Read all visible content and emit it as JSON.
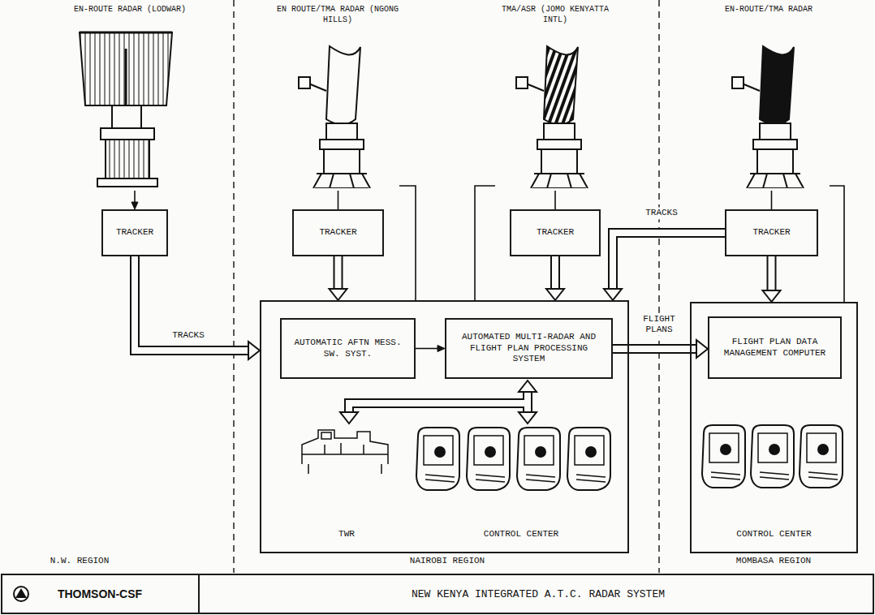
{
  "diagram": {
    "title": "NEW KENYA INTEGRATED A.T.C. RADAR SYSTEM",
    "nodes": [
      {
        "text": [
          "EN-ROUTE RADAR (LODWAR)"
        ]
      },
      {
        "text": [
          "TRACKER"
        ]
      },
      {
        "text": [
          "EN ROUTE/TMA RADAR (NGONG HILLS)"
        ]
      },
      {
        "text": [
          "TMA/ASR (JOMO KENYATTA INTL)"
        ]
      },
      {
        "text": [
          "EN-ROUTE/TMA RADAR"
        ]
      },
      {
        "text": [
          "TRACKER"
        ]
      },
      {
        "text": [
          "TRACKER"
        ]
      },
      {
        "text": [
          "TRACKER"
        ]
      },
      {
        "text": [
          "TWR",
          "CONTROL CENTER"
        ]
      },
      {
        "text": [
          "AUTOMATIC AFTN MESS. SW. SYST."
        ],
        "in": 8
      },
      {
        "text": [
          "AUTOMATED MULTI-RADAR AND FLIGHT PLAN PROCESSING SYSTEM"
        ],
        "in": 8
      },
      {
        "text": [
          "CONTROL CENTER"
        ]
      },
      {
        "text": [
          "FLIGHT PLAN DATA MANAGEMENT COMPUTER"
        ],
        "in": 11
      }
    ],
    "edges": [
      {
        "from": 0,
        "to": 1,
        "arrow": "to"
      },
      {
        "from": 1,
        "to": 8,
        "label": "TRACKS",
        "arrow": "to"
      },
      {
        "from": 2,
        "to": 5,
        "arrow": "none"
      },
      {
        "from": 2,
        "to": 8,
        "arrow": "none"
      },
      {
        "from": 3,
        "to": 6,
        "arrow": "none"
      },
      {
        "from": 3,
        "to": 8,
        "arrow": "none"
      },
      {
        "from": 4,
        "to": 7,
        "arrow": "none"
      },
      {
        "from": 4,
        "to": 11,
        "arrow": "none"
      },
      {
        "from": 5,
        "to": 8,
        "arrow": "to"
      },
      {
        "from": 6,
        "to": 8,
        "arrow": "to"
      },
      {
        "from": 7,
        "to": 11,
        "arrow": "to"
      },
      {
        "from": 7,
        "to": 8,
        "label": "TRACKS",
        "arrow": "to"
      },
      {
        "from": 9,
        "to": 10,
        "arrow": "to"
      },
      {
        "from": 10,
        "to": 12,
        "label": "FLIGHT PLANS",
        "arrow": "to"
      }
    ],
    "labels": [
      "N.W. REGION",
      "NAIROBI REGION",
      "MOMBASA REGION",
      "THOMSON-CSF"
    ]
  }
}
